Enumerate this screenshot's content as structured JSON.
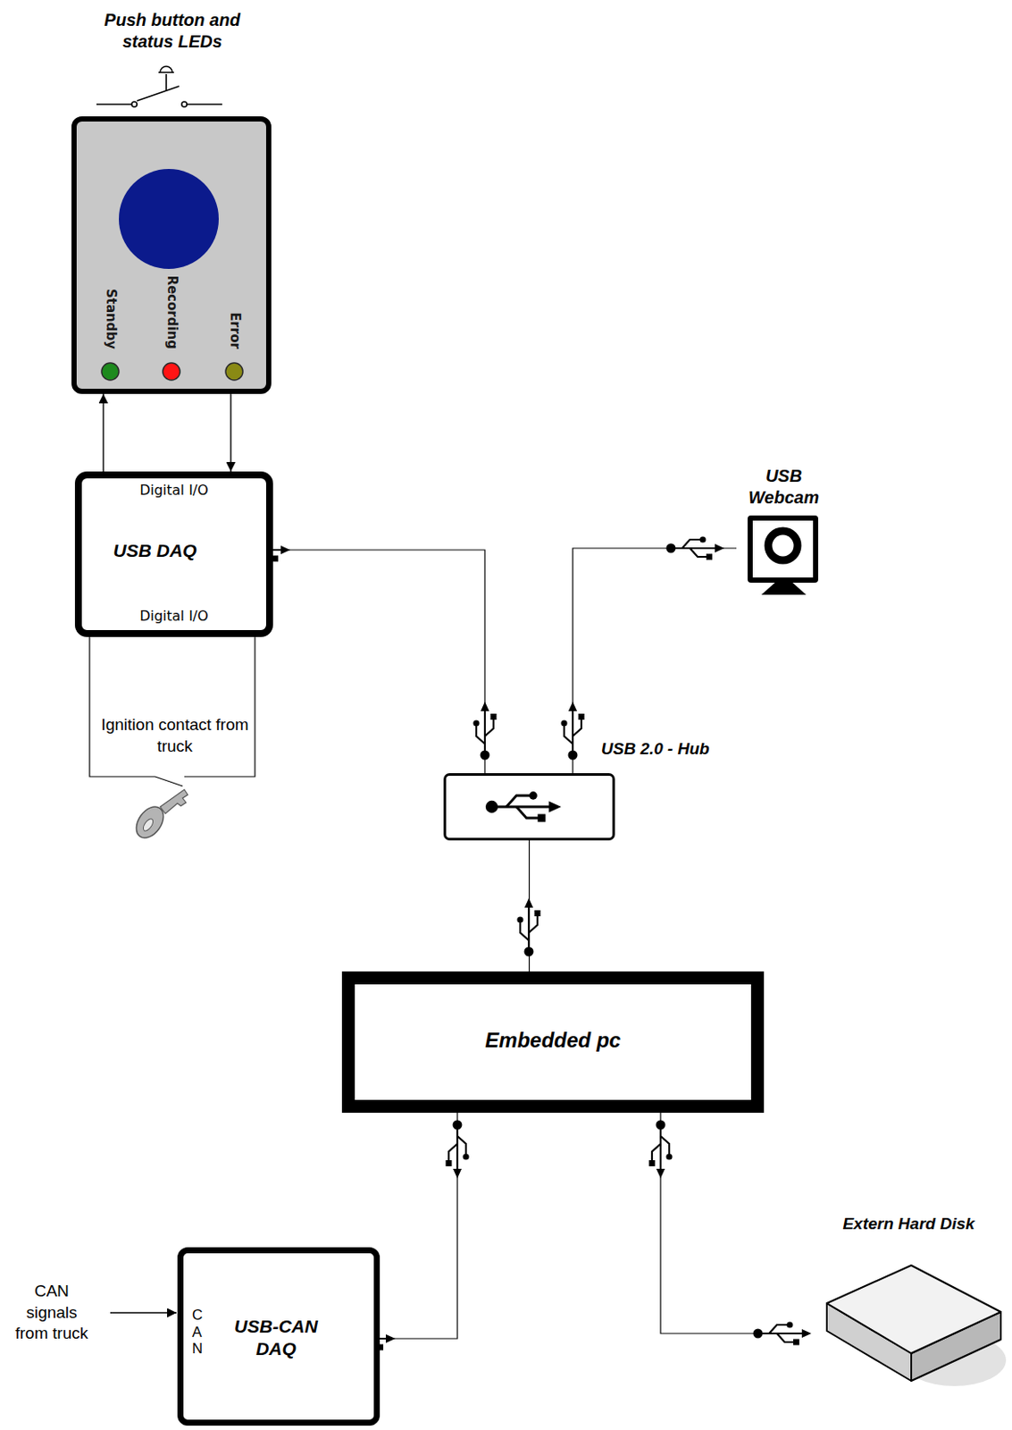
{
  "diagram": {
    "nodes": [
      {
        "text": [
          "Push button and status LEDs",
          "Standby",
          "Recording",
          "Error"
        ]
      },
      {
        "text": [
          "Digital I/O",
          "USB DAQ",
          "Digital I/O"
        ]
      },
      {
        "text": [
          "USB Webcam"
        ]
      },
      {
        "text": [
          "USB 2.0 - Hub"
        ]
      },
      {
        "text": [
          "Embedded pc"
        ]
      },
      {
        "text": [
          "CAN",
          "USB-CAN DAQ"
        ]
      },
      {
        "text": [
          "Extern Hard Disk"
        ]
      }
    ],
    "edges": [
      {
        "from": 1,
        "to": 0,
        "arrow": "to"
      },
      {
        "from": 0,
        "to": 1,
        "arrow": "to"
      },
      {
        "from": 1,
        "to": 3,
        "arrow": "none"
      },
      {
        "from": 2,
        "to": 3,
        "arrow": "none"
      },
      {
        "from": 3,
        "to": 4,
        "arrow": "none"
      },
      {
        "from": 4,
        "to": 5,
        "arrow": "none"
      },
      {
        "from": 4,
        "to": 6,
        "arrow": "none"
      }
    ],
    "labels": [
      "Ignition contact from truck",
      "CAN signals from truck"
    ]
  }
}
